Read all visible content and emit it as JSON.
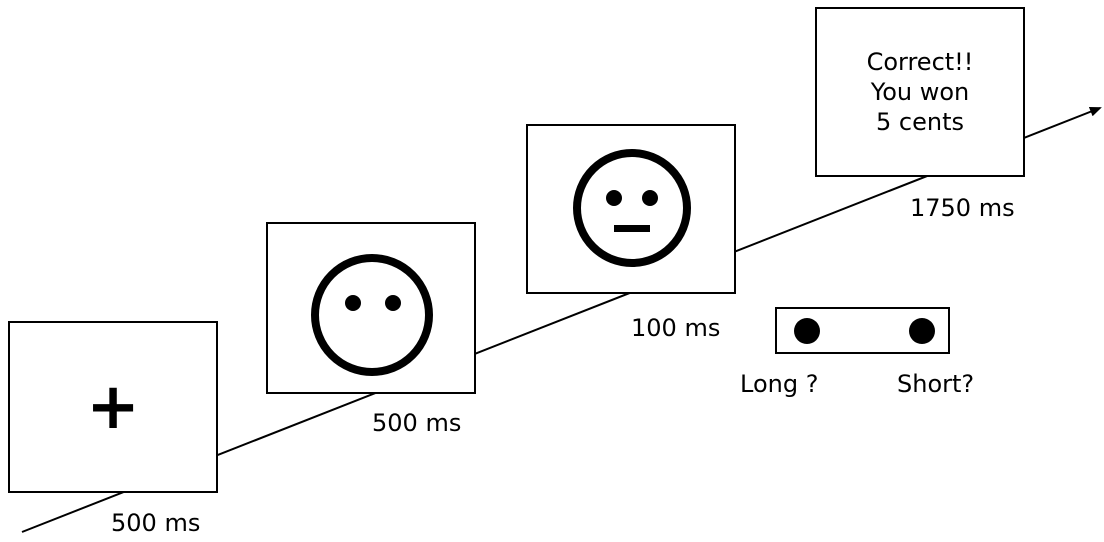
{
  "screens": {
    "fixation": {
      "symbol": "+",
      "duration": "500 ms"
    },
    "cue_face": {
      "duration": "500 ms"
    },
    "probe_face": {
      "duration": "100 ms"
    },
    "feedback": {
      "line1": "Correct!!",
      "line2": "You won",
      "line3": "5 cents",
      "duration": "1750 ms"
    }
  },
  "response_box": {
    "left_label": "Long ?",
    "right_label": "Short?"
  },
  "icons": [
    "timeline-arrow",
    "blank-face-icon",
    "neutral-face-icon",
    "response-button-icon"
  ],
  "colors": {
    "stroke": "#000000",
    "background": "#ffffff"
  }
}
